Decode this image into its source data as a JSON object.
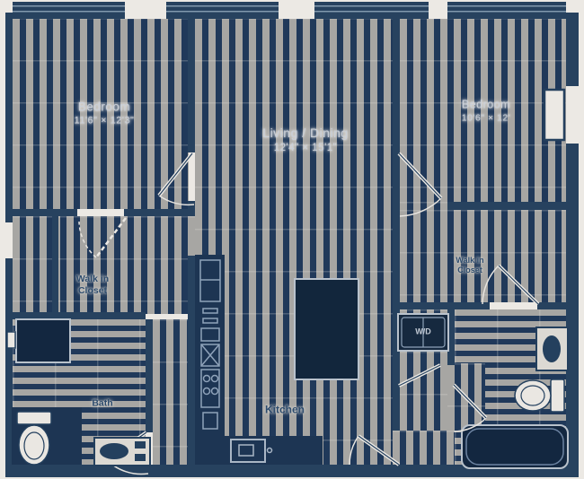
{
  "floor_plan": {
    "rooms": {
      "bedroom_left": {
        "name": "Bedroom",
        "dimensions": "11'6\" × 12'3\""
      },
      "living_dining": {
        "name": "Living / Dining",
        "dimensions": "12'4\" × 15'1\""
      },
      "bedroom_right": {
        "name": "Bedroom",
        "dimensions": "10'6\" × 12'"
      },
      "walk_in_closet_left": {
        "line1": "Walk in",
        "line2": "Closet"
      },
      "walk_in_closet_right": {
        "line1": "Walk in",
        "line2": "Closet"
      },
      "bath": {
        "name": "Bath"
      },
      "kitchen": {
        "name": "Kitchen"
      },
      "washer_dryer": {
        "name": "W/D"
      }
    },
    "colors": {
      "walls": "#27425f",
      "floor_stripe_dark": "#20395a",
      "floor_stripe_light": "#a7a6a3",
      "background": "#ece9e4",
      "room_label_light": "#c9cfd8",
      "room_label_dark": "#2e4c6d"
    }
  }
}
